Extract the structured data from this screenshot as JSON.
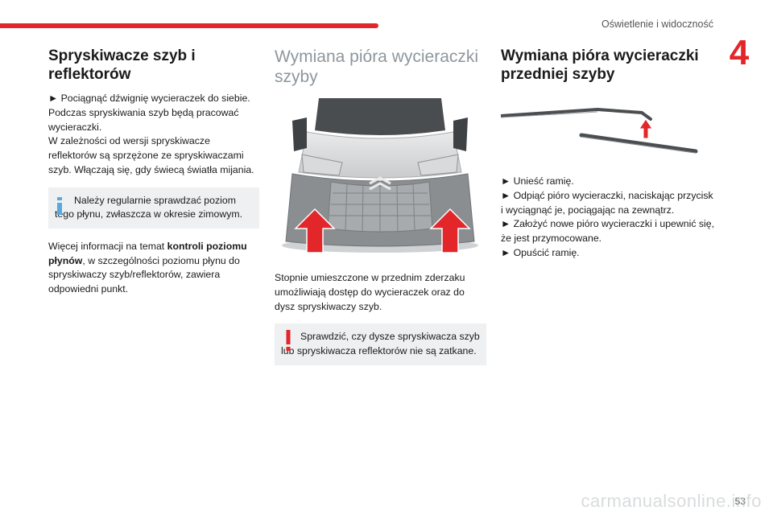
{
  "header": {
    "section_title": "Oświetlenie i widoczność",
    "chapter_number": "4",
    "page_number": "53"
  },
  "col1": {
    "heading": "Spryskiwacze szyb i reflektorów",
    "p1_lines": [
      "► Pociągnąć dźwignię wycieraczek do siebie.",
      "Podczas spryskiwania szyb będą pracować wycieraczki.",
      "W zależności od wersji spryskiwacze reflektorów są sprzężone ze spryskiwaczami szyb. Włączają się, gdy świecą światła mijania."
    ],
    "note": "Należy regularnie sprawdzać poziom tego płynu, zwłaszcza w okresie zimowym.",
    "more_prefix": "Więcej informacji na temat ",
    "more_bold": "kontroli poziomu płynów",
    "more_suffix": ", w szczególności poziomu płynu do spryskiwaczy szyb/reflektorów, zawiera odpowiedni punkt."
  },
  "col2": {
    "heading": "Wymiana pióra wycieraczki szyby",
    "caption": "Stopnie umieszczone w przednim zderzaku umożliwiają dostęp do wycieraczek oraz do dysz spryskiwaczy szyb.",
    "warning": "Sprawdzić, czy dysze spryskiwacza szyb lub spryskiwacza reflektorów nie są zatkane."
  },
  "col3": {
    "heading": "Wymiana pióra wycieraczki przedniej szyby",
    "steps": [
      "► Unieść ramię.",
      "► Odpiąć pióro wycieraczki, naciskając przycisk i wyciągnąć je, pociągając na zewnątrz.",
      "► Założyć nowe pióro wycieraczki i upewnić się, że jest przymocowane.",
      "► Opuścić ramię."
    ]
  },
  "watermark": "carmanualsonline.info",
  "colors": {
    "accent": "#e3262a",
    "note_bg": "#eef0f1",
    "info_icon": "#5aa8e0",
    "heading_light": "#8e969c"
  }
}
